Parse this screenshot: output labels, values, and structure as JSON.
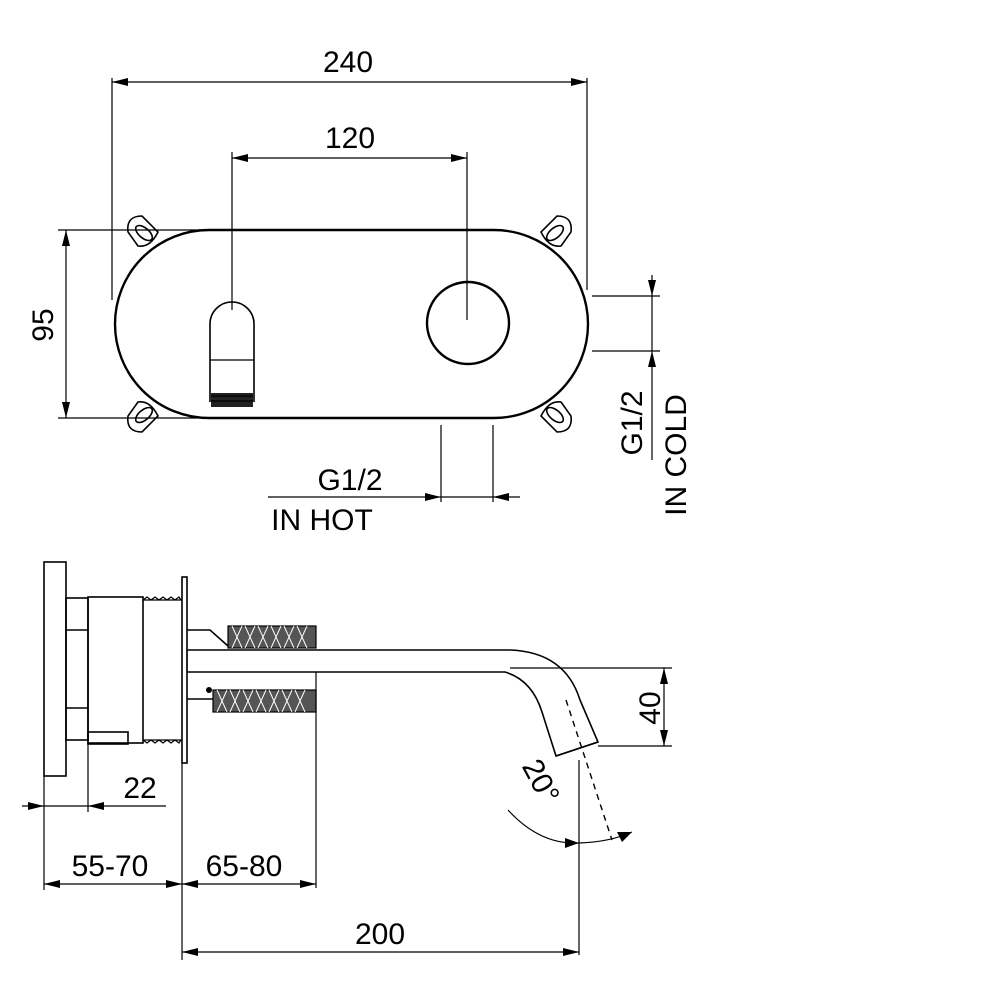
{
  "dimensions": {
    "overall_width": "240",
    "center_distance": "120",
    "plate_height": "95",
    "spout_height": "40",
    "wall_offset": "22",
    "body_depth_range": "55-70",
    "wall_depth_range": "65-80",
    "spout_reach": "200",
    "spout_angle": "20°"
  },
  "connections": {
    "hot_thread": "G1/2",
    "hot_label": "IN HOT",
    "cold_thread": "G1/2",
    "cold_label": "IN COLD"
  }
}
